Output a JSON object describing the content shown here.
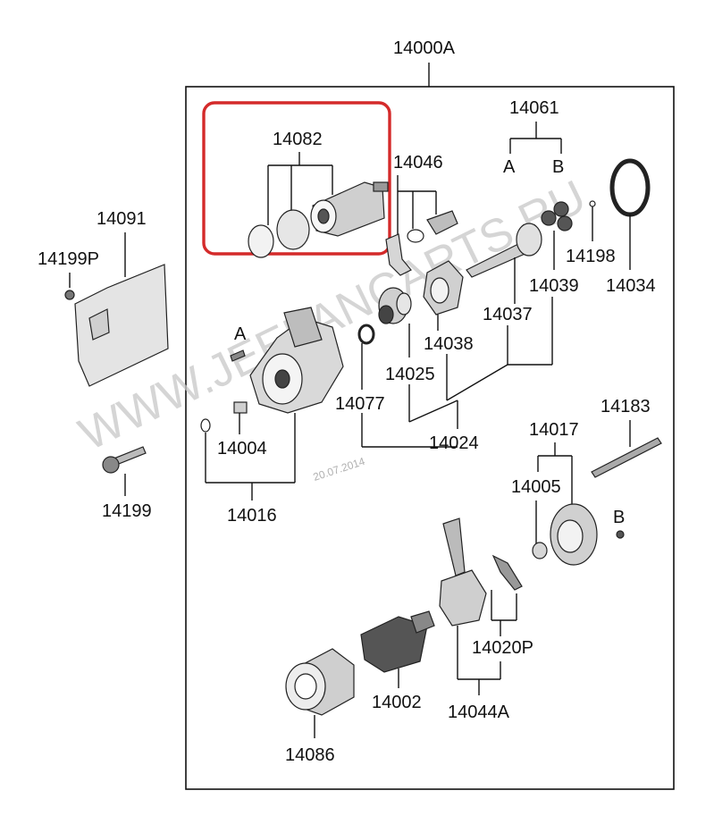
{
  "diagram": {
    "assembly_label": "14000A",
    "highlight_color": "#d42a2a",
    "watermark": "WWW.JEEPANCARTS.RU",
    "date_stamp": "20.07.2014",
    "parts": {
      "p14082": "14082",
      "p14046": "14046",
      "p14061": "14061",
      "p14061_a": "A",
      "p14061_b": "B",
      "p14091": "14091",
      "p14199p": "14199P",
      "p14198": "14198",
      "p14034": "14034",
      "p14039": "14039",
      "p14037": "14037",
      "p14038": "14038",
      "p14025": "14025",
      "p14077": "14077",
      "p14024": "14024",
      "p14004": "14004",
      "p14016": "14016",
      "p14199": "14199",
      "p14017": "14017",
      "p14183": "14183",
      "p14005": "14005",
      "p14020p": "14020P",
      "p14044a": "14044A",
      "p14002": "14002",
      "p14086": "14086",
      "marker_a": "A",
      "marker_b": "B"
    }
  }
}
